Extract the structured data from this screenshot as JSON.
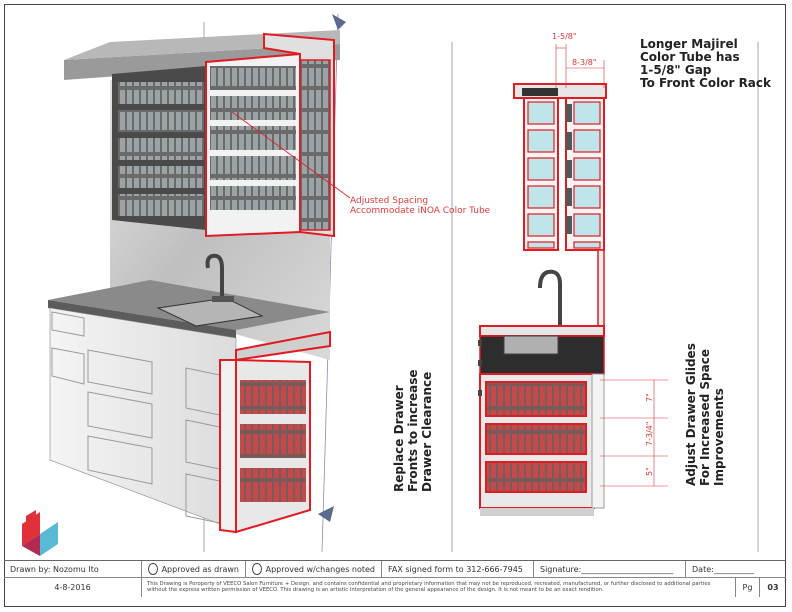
{
  "notes": {
    "majirel": [
      "Longer Majirel",
      "Color Tube has",
      "1-5/8\" Gap",
      "To Front Color Rack"
    ],
    "adjusted_spacing": [
      "Adjusted Spacing",
      "Accommodate iNOA Color Tube"
    ],
    "replace_drawer": [
      "Replace Drawer",
      "Fronts to increase",
      "Drawer Clearance"
    ],
    "adjust_glides": [
      "Adjust Drawer Glides",
      "For Increased Space",
      "Improvements"
    ]
  },
  "dimensions": {
    "gap": "1-5/8\"",
    "depth": "8-3/8\"",
    "drawer_top": "7\"",
    "drawer_mid": "7-3/4\"",
    "drawer_bottom": "5\""
  },
  "title_block": {
    "drawn_by": "Drawn by: Nozomu Ito",
    "approved_as_drawn": "Approved as drawn",
    "approved_with_changes": "Approved w/changes noted",
    "fax": "FAX signed form to 312-666-7945",
    "signature": "Signature:_______________________",
    "date_field": "Date:__________",
    "date": "4-8-2016",
    "disclaimer": "This Drawing is Poroperty of VEECO Salon Furniture + Design. and contains confidential and proprietary information that may not be reproduced, recreated, manufactured, or further disclosed to additional parties without the express written permission of VEECO. This drawing is an artistic interpretation of the general appearance of the design. It is not meant to be an exact rendition.",
    "pg_label": "Pg",
    "pg_number": "03"
  },
  "colors": {
    "highlight": "#e11b22",
    "tube": "#bfe5ea",
    "dark": "#2d2d2d",
    "metal": "#d7d7d7",
    "logo_red": "#e0313a",
    "logo_cyan": "#5ab9d5"
  }
}
